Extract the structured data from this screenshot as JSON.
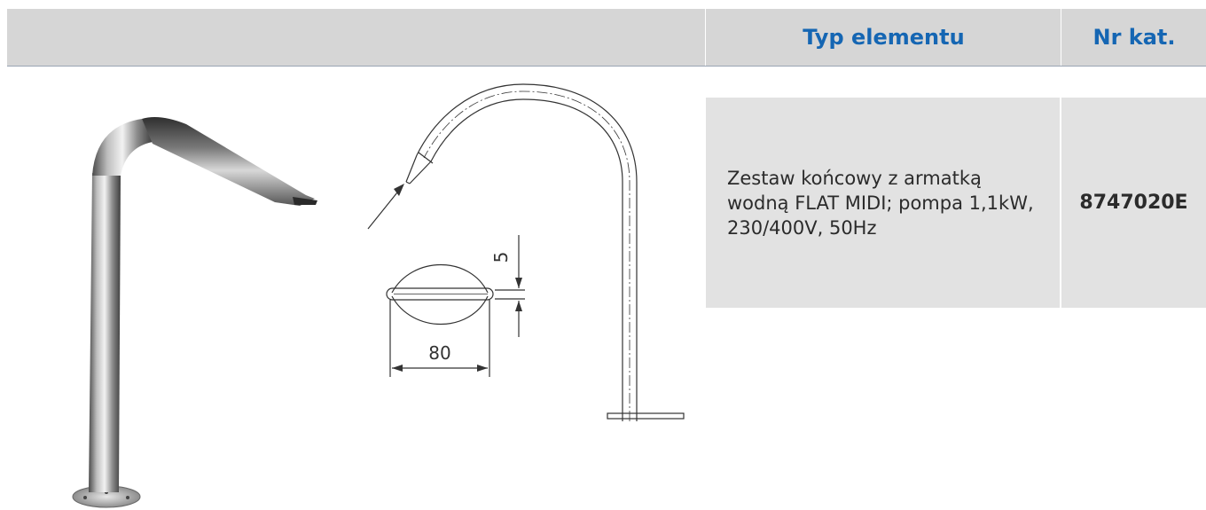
{
  "header": {
    "type_label": "Typ elementu",
    "catalog_label": "Nr kat."
  },
  "product": {
    "description": "Zestaw końcowy z armatką wodną FLAT MIDI; pompa 1,1kW, 230/400V, 50Hz",
    "catalog_number": "8747020E"
  },
  "drawing": {
    "dim_width": "80",
    "dim_thickness": "5"
  }
}
